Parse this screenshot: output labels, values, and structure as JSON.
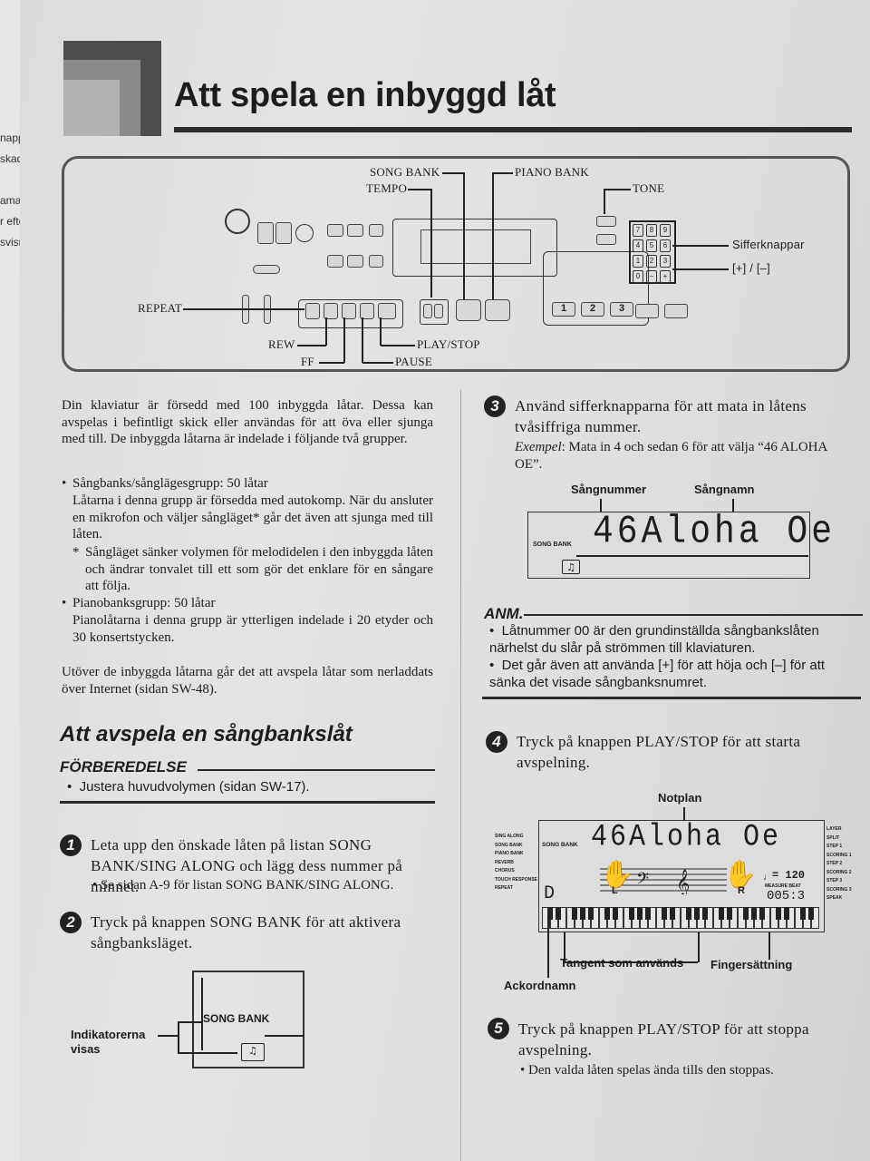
{
  "page": {
    "title": "Att spela en inbyggd låt"
  },
  "prev_page_fragments": [
    "nappa",
    "skad ti",
    "ama sk",
    "r efter",
    "svisn"
  ],
  "panel": {
    "callouts": {
      "song_bank": "SONG BANK",
      "piano_bank": "PIANO BANK",
      "tempo": "TEMPO",
      "tone": "TONE",
      "sifferknappar": "Sifferknappar",
      "plus_minus": "[+] / [–]",
      "repeat": "REPEAT",
      "rew": "REW",
      "ff": "FF",
      "play_stop": "PLAY/STOP",
      "pause": "PAUSE"
    },
    "keypad": [
      "7",
      "8",
      "9",
      "4",
      "5",
      "6",
      "1",
      "2",
      "3",
      "0",
      "–",
      "+"
    ],
    "step_buttons": [
      "1",
      "2",
      "3"
    ]
  },
  "intro": {
    "paragraph": "Din klaviatur är försedd med 100 inbyggda låtar. Dessa kan avspelas i befintligt skick eller användas för att öva eller sjunga med till. De inbyggda låtarna är indelade i följande två grupper.",
    "items": [
      {
        "bullet": "•",
        "head": "Sångbanks/sånglägesgrupp: 50 låtar",
        "body": "Låtarna i denna grupp är försedda med autokomp. När du ansluter en mikrofon och väljer sångläget* går det även att sjunga med till låten.",
        "footnote_mark": "*",
        "footnote": "Sångläget sänker volymen för melodidelen i den inbyggda låten och ändrar tonvalet till ett som gör det enklare för en sångare att följa."
      },
      {
        "bullet": "•",
        "head": "Pianobanksgrupp: 50 låtar",
        "body": "Pianolåtarna i denna grupp är ytterligen indelade i 20 etyder och 30 konsertstycken."
      }
    ],
    "closing": "Utöver de inbyggda låtarna går det att avspela låtar som nerladdats över Internet (sidan SW-48)."
  },
  "section": {
    "heading": "Att avspela en sångbankslåt",
    "prep_heading": "FÖRBEREDELSE",
    "prep_item": "Justera huvudvolymen (sidan SW-17)."
  },
  "steps": [
    {
      "num": "1",
      "text": "Leta upp den önskade låten på listan SONG BANK/SING ALONG och lägg dess nummer på minnet.",
      "sub": "Se sidan A-9 för listan SONG BANK/SING ALONG."
    },
    {
      "num": "2",
      "text": "Tryck på knappen SONG BANK för att aktivera sångbanksläget."
    },
    {
      "num": "3",
      "text": "Använd sifferknapparna för att mata in låtens tvåsiffriga nummer.",
      "example_label": "Exempel",
      "example": ": Mata in 4 och sedan 6 för att välja “46 ALOHA OE”."
    },
    {
      "num": "4",
      "text": "Tryck på knappen PLAY/STOP för att starta avspelning."
    },
    {
      "num": "5",
      "text": "Tryck på knappen PLAY/STOP för att stoppa avspelning.",
      "sub": "Den valda låten spelas ända tills den stoppas."
    }
  ],
  "fig_indicator": {
    "label_line1": "Indikatorerna",
    "label_line2": "visas",
    "lcd_label": "SONG BANK"
  },
  "fig_songnum": {
    "label_number": "Sångnummer",
    "label_name": "Sångnamn",
    "lcd_mode": "SONG BANK",
    "lcd_text": "46Aloha Oe"
  },
  "note": {
    "heading": "ANM.",
    "items": [
      "Låtnummer 00 är den grundinställda sångbankslåten närhelst du slår på strömmen till klaviaturen.",
      "Det går även att använda [+] för att höja och [–] för att sänka det visade sångbanksnumret."
    ]
  },
  "fig_playback": {
    "label_notplan": "Notplan",
    "label_tangent": "Tangent som används",
    "label_finger": "Fingersättning",
    "label_ackord": "Ackordnamn",
    "lcd_text": "46Aloha Oe",
    "lcd_mode": "SONG BANK",
    "left_labels": [
      "SING ALONG",
      "SONG BANK",
      "PIANO BANK",
      "REVERB",
      "CHORUS",
      "TOUCH RESPONSE",
      "REPEAT"
    ],
    "right_labels": [
      "LAYER",
      "SPLIT",
      "STEP 1",
      "SCORING 1",
      "STEP 2",
      "SCORING 2",
      "STEP 3",
      "SCORING 3",
      "SPEAK"
    ],
    "tempo": "= 120",
    "measure_beat": "005:3",
    "measure_label": "MEASURE BEAT",
    "hand_left": "L",
    "hand_right": "R",
    "chord": "D"
  }
}
